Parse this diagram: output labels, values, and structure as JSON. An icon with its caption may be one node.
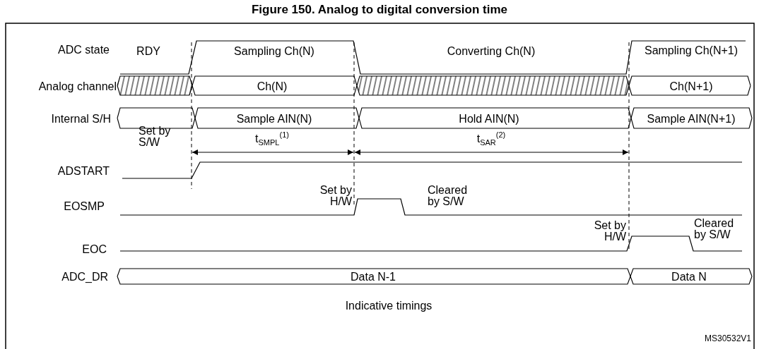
{
  "diagram": {
    "title": "Figure 150. Analog to digital conversion time",
    "labels": [
      "ADC state",
      "RDY",
      "Sampling Ch(N)",
      "Converting Ch(N)",
      "Sampling Ch(N+1)",
      "Analog channel",
      "Ch(N)",
      "Ch(N+1)",
      "Internal S/H",
      "Sample AIN(N)",
      "Hold AIN(N)",
      "Sample AIN(N+1)",
      "t$_{SMPL}$$^{(1)}$",
      "t$_{SAR}$$^{(2)}$",
      "Set by S/W",
      "ADSTART",
      "Set by H/W",
      "Cleared by S/W",
      "EOSMP",
      "Set by H/W",
      "Cleared by S/W",
      "EOC",
      "ADC_DR",
      "Data N-1",
      "Data N",
      "Indicative timings",
      "MS30532V1"
    ]
  }
}
